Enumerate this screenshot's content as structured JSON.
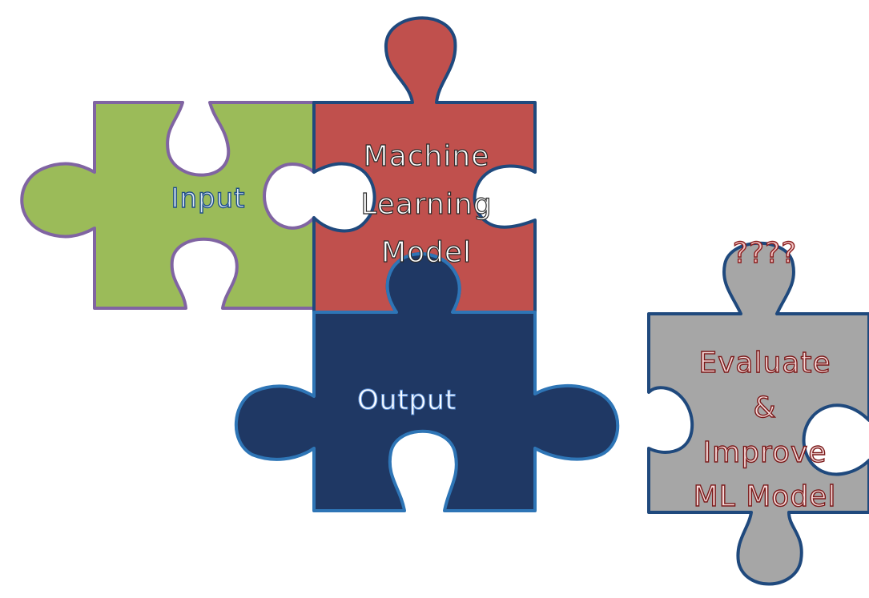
{
  "pieces": [
    {
      "id": "input",
      "label": "Input",
      "fill": "#9bbb59",
      "stroke": "#8064a2"
    },
    {
      "id": "ml",
      "label": "Machine\nLearning\nModel",
      "fill": "#c0504d",
      "stroke": "#1f497d"
    },
    {
      "id": "output",
      "label": "Output",
      "fill": "#1f3864",
      "stroke": "#2e75b6"
    },
    {
      "id": "evaluate",
      "label": "Evaluate\n&\nImprove\nML Model",
      "fill": "#a6a6a6",
      "stroke": "#1f497d"
    }
  ],
  "question": "????"
}
